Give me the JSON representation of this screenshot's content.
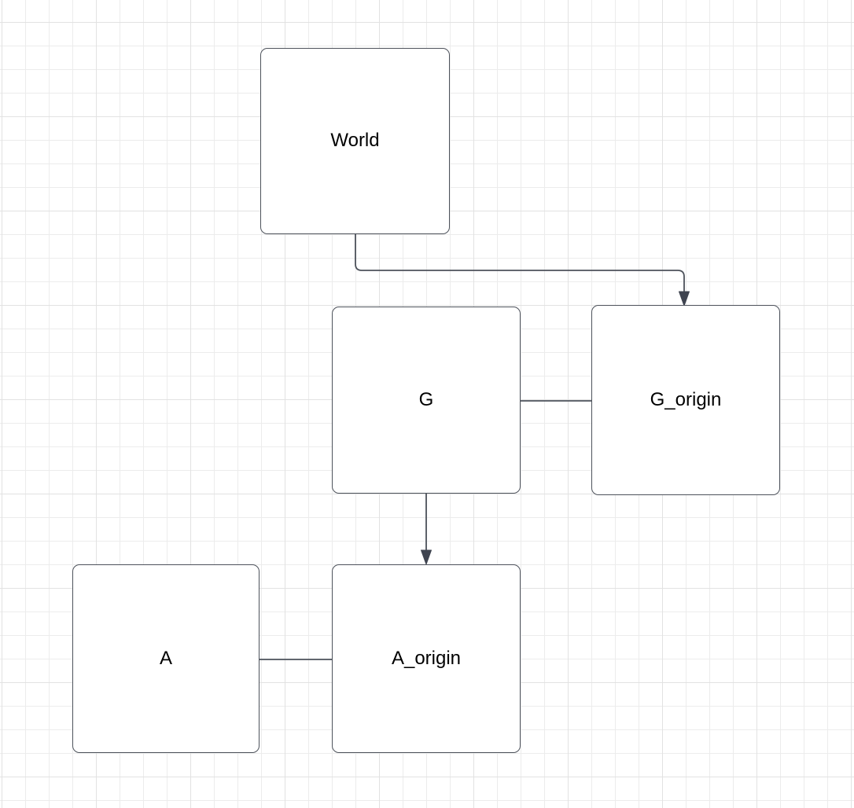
{
  "diagram": {
    "nodes": {
      "world": {
        "label": "World"
      },
      "g": {
        "label": "G"
      },
      "g_origin": {
        "label": "G_origin"
      },
      "a": {
        "label": "A"
      },
      "a_origin": {
        "label": "A_origin"
      }
    },
    "edges": [
      {
        "id": "world-to-g_origin",
        "from": "World",
        "to": "G_origin",
        "connector": "orthogonal",
        "arrowhead": "filled-triangle-at-target"
      },
      {
        "id": "g-g_origin",
        "from": "G",
        "to": "G_origin",
        "connector": "straight",
        "arrowhead": "none"
      },
      {
        "id": "g-to-a_origin",
        "from": "G",
        "to": "A_origin",
        "connector": "straight",
        "arrowhead": "filled-triangle-at-target"
      },
      {
        "id": "a-a_origin",
        "from": "A",
        "to": "A_origin",
        "connector": "straight",
        "arrowhead": "none"
      }
    ],
    "colors": {
      "stroke": "#4d525b",
      "arrowhead": "#3f4450",
      "node_fill": "#ffffff",
      "label_text": "#000000",
      "grid_minor": "#ececec",
      "grid_major": "#e2e2e2",
      "canvas_bg": "#ffffff"
    }
  }
}
